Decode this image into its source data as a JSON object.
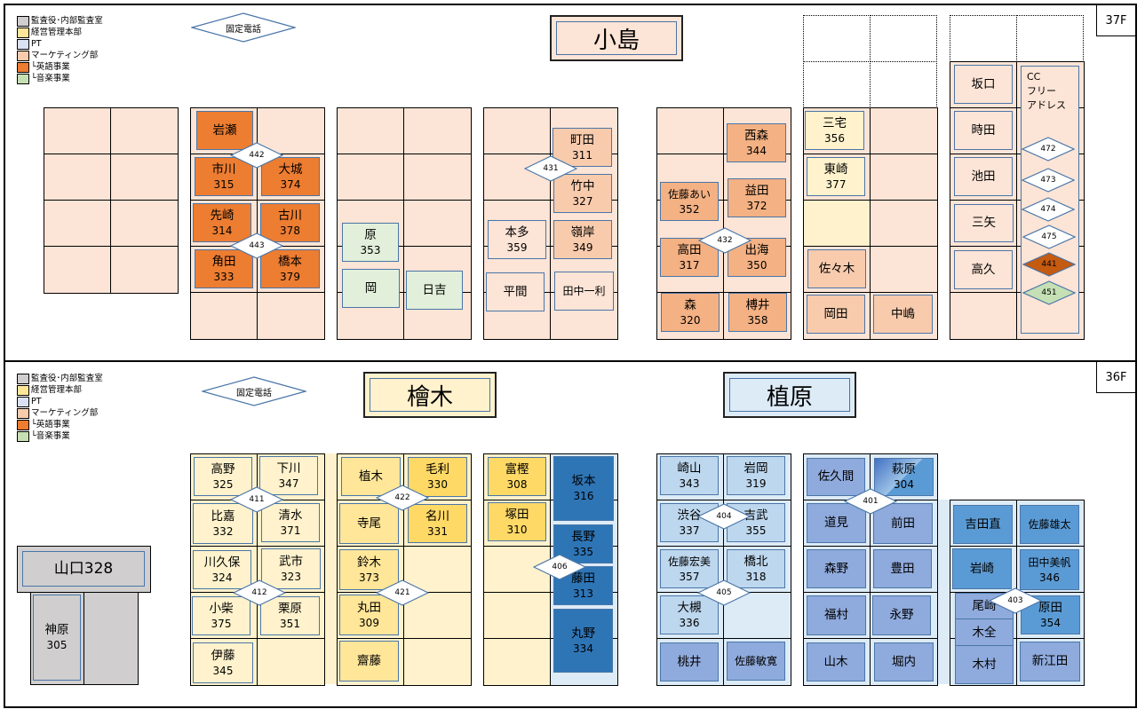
{
  "legend": [
    {
      "label": "監査役･内部監査室",
      "color": "#d0cece"
    },
    {
      "label": "経営管理本部",
      "color": "#ffe699"
    },
    {
      "label": "PT",
      "color": "#d9e1f2"
    },
    {
      "label": "マーケティング部",
      "color": "#f8cbad"
    },
    {
      "label": "└英語事業",
      "color": "#ed7d31"
    },
    {
      "label": "└音楽事業",
      "color": "#c6e0b4"
    }
  ],
  "floor37": {
    "label": "37F",
    "phone_label": "固定電話",
    "plates": [
      {
        "name": "小島"
      }
    ],
    "desks": [
      {
        "name": "岩瀬"
      },
      {
        "name": "市川",
        "ext": "315"
      },
      {
        "name": "大城",
        "ext": "374"
      },
      {
        "name": "先崎",
        "ext": "314"
      },
      {
        "name": "古川",
        "ext": "378"
      },
      {
        "name": "角田",
        "ext": "333"
      },
      {
        "name": "橋本",
        "ext": "379"
      },
      {
        "name": "原",
        "ext": "353"
      },
      {
        "name": "岡"
      },
      {
        "name": "日吉"
      },
      {
        "name": "町田",
        "ext": "311"
      },
      {
        "name": "竹中",
        "ext": "327"
      },
      {
        "name": "本多",
        "ext": "359"
      },
      {
        "name": "嶺岸",
        "ext": "349"
      },
      {
        "name": "平間"
      },
      {
        "name": "田中一利"
      },
      {
        "name": "西森",
        "ext": "344"
      },
      {
        "name": "佐藤あい",
        "ext": "352"
      },
      {
        "name": "益田",
        "ext": "372"
      },
      {
        "name": "高田",
        "ext": "317"
      },
      {
        "name": "出海",
        "ext": "350"
      },
      {
        "name": "森",
        "ext": "320"
      },
      {
        "name": "榑井",
        "ext": "358"
      },
      {
        "name": "三宅",
        "ext": "356"
      },
      {
        "name": "東崎",
        "ext": "377"
      },
      {
        "name": "佐々木"
      },
      {
        "name": "岡田"
      },
      {
        "name": "中嶋"
      },
      {
        "name": "坂口"
      },
      {
        "name": "時田"
      },
      {
        "name": "池田"
      },
      {
        "name": "三矢"
      },
      {
        "name": "高久"
      }
    ],
    "free_address": [
      "CC",
      "フリー",
      "アドレス"
    ],
    "phones": [
      "442",
      "443",
      "431",
      "432",
      "472",
      "473",
      "474",
      "475",
      "441",
      "451"
    ]
  },
  "floor36": {
    "label": "36F",
    "phone_label": "固定電話",
    "plates": [
      {
        "name": "檜木"
      },
      {
        "name": "植原"
      }
    ],
    "desks": [
      {
        "name": "山口328"
      },
      {
        "name": "神原",
        "ext": "305"
      },
      {
        "name": "高野",
        "ext": "325"
      },
      {
        "name": "下川",
        "ext": "347"
      },
      {
        "name": "比嘉",
        "ext": "332"
      },
      {
        "name": "清水",
        "ext": "371"
      },
      {
        "name": "川久保",
        "ext": "324"
      },
      {
        "name": "武市",
        "ext": "323"
      },
      {
        "name": "小柴",
        "ext": "375"
      },
      {
        "name": "栗原",
        "ext": "351"
      },
      {
        "name": "伊藤",
        "ext": "345"
      },
      {
        "name": "植木"
      },
      {
        "name": "毛利",
        "ext": "330"
      },
      {
        "name": "寺尾"
      },
      {
        "name": "名川",
        "ext": "331"
      },
      {
        "name": "鈴木",
        "ext": "373"
      },
      {
        "name": "丸田",
        "ext": "309"
      },
      {
        "name": "齋藤"
      },
      {
        "name": "富樫",
        "ext": "308"
      },
      {
        "name": "塚田",
        "ext": "310"
      },
      {
        "name": "坂本",
        "ext": "316"
      },
      {
        "name": "長野",
        "ext": "335"
      },
      {
        "name": "藤田",
        "ext": "313"
      },
      {
        "name": "丸野",
        "ext": "334"
      },
      {
        "name": "崎山",
        "ext": "343"
      },
      {
        "name": "岩岡",
        "ext": "319"
      },
      {
        "name": "渋谷",
        "ext": "337"
      },
      {
        "name": "吉武",
        "ext": "355"
      },
      {
        "name": "佐藤宏美",
        "ext": "357"
      },
      {
        "name": "橋北",
        "ext": "318"
      },
      {
        "name": "大槻",
        "ext": "336"
      },
      {
        "name": "桃井"
      },
      {
        "name": "佐藤敏寛"
      },
      {
        "name": "佐久間"
      },
      {
        "name": "萩原",
        "ext": "304"
      },
      {
        "name": "道見"
      },
      {
        "name": "前田"
      },
      {
        "name": "森野"
      },
      {
        "name": "豊田"
      },
      {
        "name": "福村"
      },
      {
        "name": "永野"
      },
      {
        "name": "山木"
      },
      {
        "name": "堀内"
      },
      {
        "name": "吉田直"
      },
      {
        "name": "佐藤雄太"
      },
      {
        "name": "岩崎"
      },
      {
        "name": "田中美帆",
        "ext": "346"
      },
      {
        "name": "尾崎"
      },
      {
        "name": "木全"
      },
      {
        "name": "木村"
      },
      {
        "name": "原田",
        "ext": "354"
      },
      {
        "name": "新江田"
      }
    ],
    "phones": [
      "411",
      "412",
      "422",
      "421",
      "406",
      "404",
      "405",
      "401",
      "403"
    ]
  }
}
